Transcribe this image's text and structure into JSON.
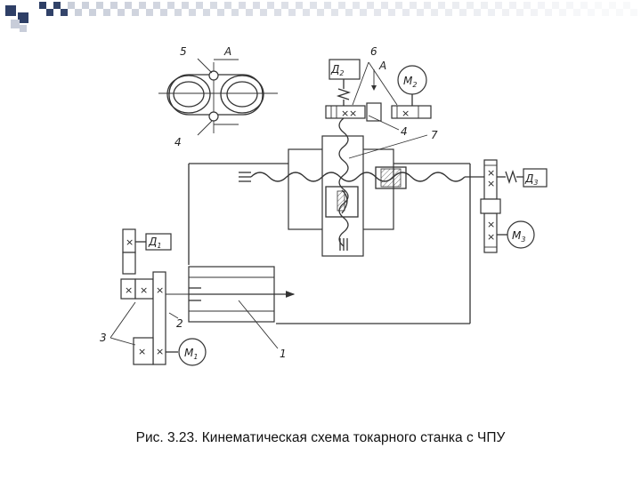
{
  "caption": "Рис. 3.23. Кинематическая схема токарного станка с ЧПУ",
  "labels": {
    "n5": "5",
    "A_top": "A",
    "n4_left": "4",
    "n6": "6",
    "A_mid": "A",
    "D2": "Д",
    "D2_sub": "2",
    "M2": "M",
    "M2_sub": "2",
    "n4_mid": "4",
    "n7": "7",
    "D3": "Д",
    "D3_sub": "3",
    "M3": "M",
    "M3_sub": "3",
    "D1": "Д",
    "D1_sub": "1",
    "n3": "3",
    "n2": "2",
    "M1": "M",
    "M1_sub": "1",
    "n1": "1",
    "x_mark": "×"
  },
  "colors": {
    "line": "#333333",
    "topbar_dark": "#2e3f66",
    "topbar_light": "#c8cdd9"
  }
}
